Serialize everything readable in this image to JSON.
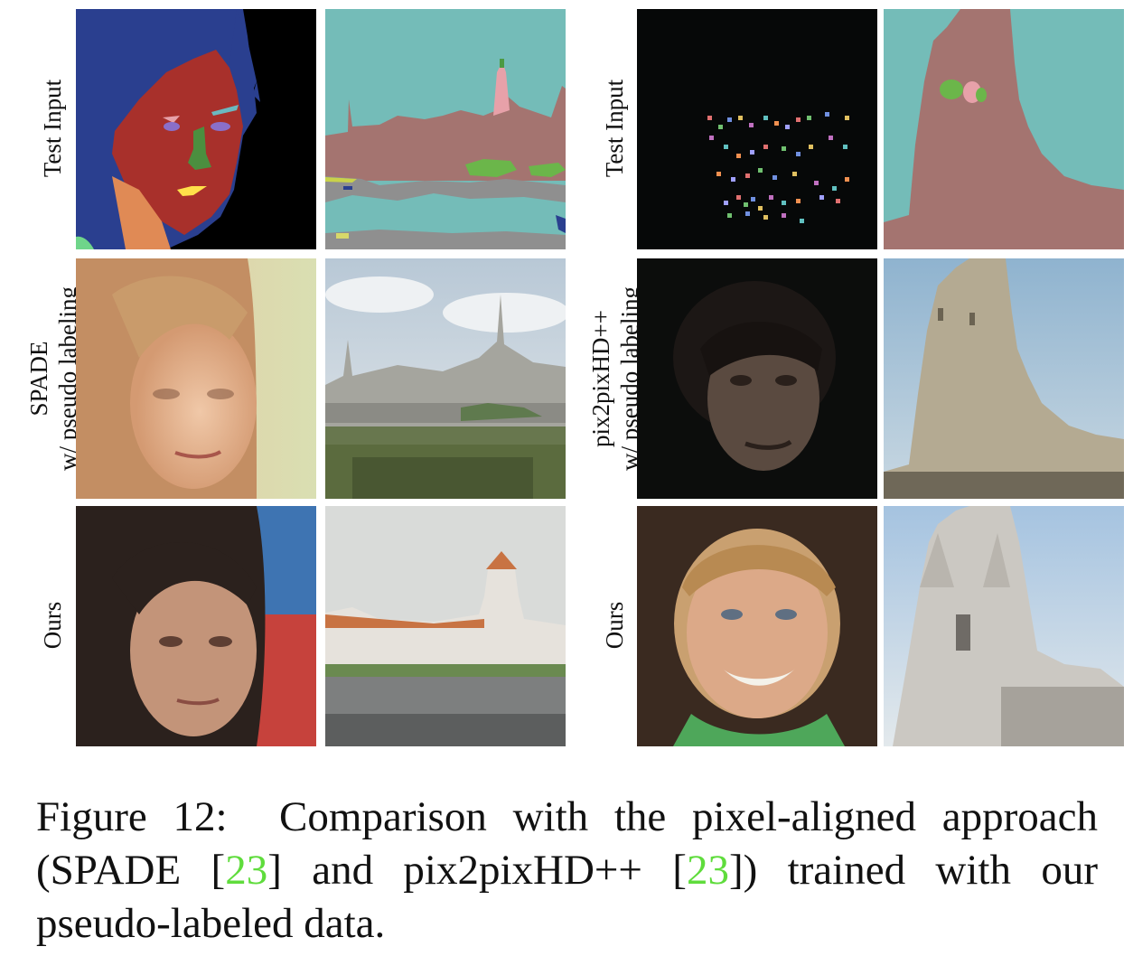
{
  "figure": {
    "row_labels_left": [
      "Test Input",
      "SPADE",
      "w/ pseudo labeling",
      "Ours"
    ],
    "row_labels_right": [
      "Test Input",
      "pix2pixHD++",
      "w/ pseudo labeling",
      "Ours"
    ],
    "caption": {
      "prefix": "Figure 12:",
      "line1": "Comparison with the pixel-aligned approach",
      "line2_a": "(SPADE [",
      "cite1": "23",
      "line2_b": "] and pix2pixHD++ [",
      "cite2": "23",
      "line2_c": "]) trained with our",
      "line3": "pseudo-labeled data."
    },
    "colors": {
      "citation": "#5fdc3c"
    }
  }
}
